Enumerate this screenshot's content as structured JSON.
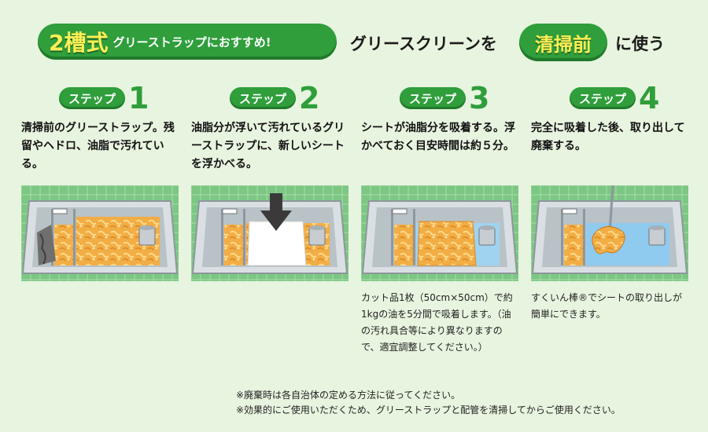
{
  "header": {
    "pill_big": "2槽式",
    "pill_small": "グリーストラップにおすすめ!",
    "title_part1": "グリースクリーンを",
    "badge": "清掃前",
    "title_part2": "に使う"
  },
  "steps": [
    {
      "label": "ステップ",
      "num": "1",
      "desc": "清掃前のグリーストラップ。残留やヘドロ、油脂で汚れている。",
      "note": ""
    },
    {
      "label": "ステップ",
      "num": "2",
      "desc": "油脂分が浮いて汚れているグリーストラップに、新しいシートを浮かべる。",
      "note": ""
    },
    {
      "label": "ステップ",
      "num": "3",
      "desc": "シートが油脂分を吸着する。浮かべておく目安時間は約５分。",
      "note": "カット品1枚（50cm×50cm）で約1kgの油を5分間で吸着します。（油の汚れ具合等により異なりますので、適宜調整してください。）"
    },
    {
      "label": "ステップ",
      "num": "4",
      "desc": "完全に吸着した後、取り出して廃棄する。",
      "note": "すくいん棒®でシートの取り出しが簡単にできます。"
    }
  ],
  "footer": {
    "line1": "※廃棄時は各自治体の定める方法に従ってください。",
    "line2": "※効果的にご使用いただくため、グリーストラップと配管を清掃してからご使用ください。"
  },
  "colors": {
    "background": "#e7f4df",
    "green": "#2f9e3b",
    "yellow": "#ffee55",
    "grease": "#f0a93a",
    "tile": "#6fbe75"
  }
}
